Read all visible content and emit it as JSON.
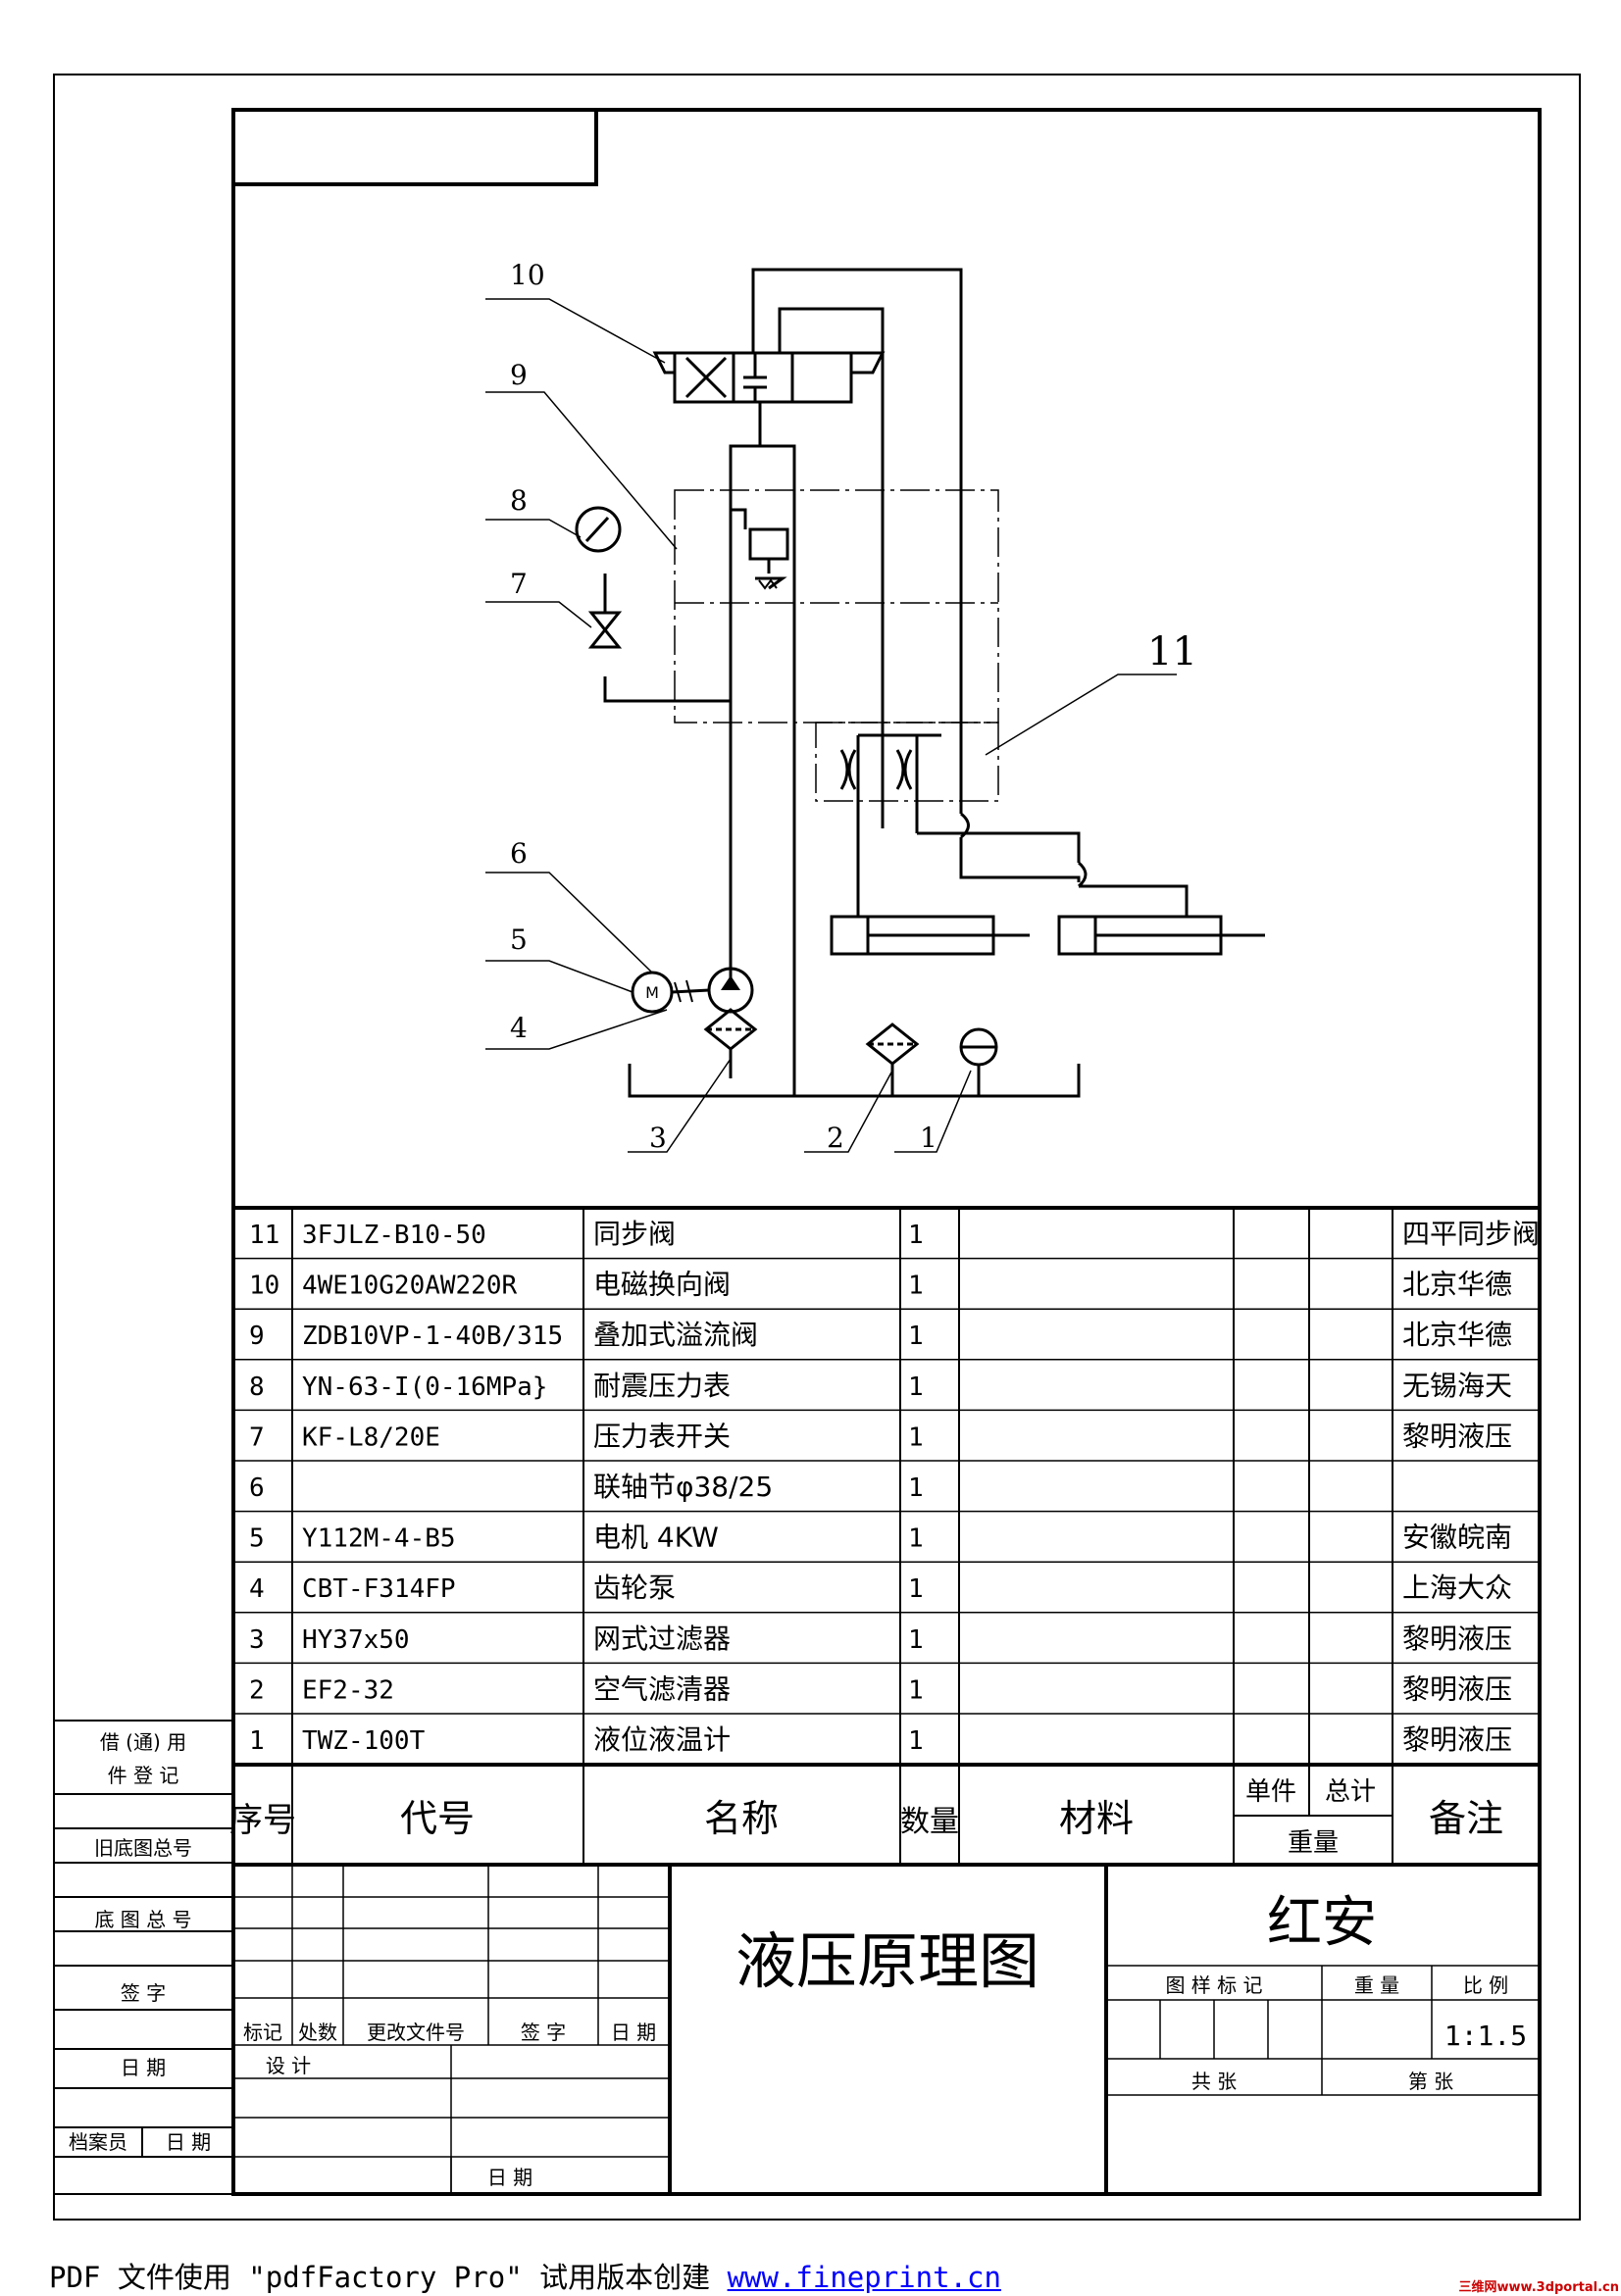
{
  "callouts": [
    "10",
    "9",
    "8",
    "7",
    "11",
    "6",
    "5",
    "4",
    "3",
    "2",
    "1"
  ],
  "motor_label": "M",
  "parts": [
    {
      "no": "11",
      "code": "3FJLZ-B10-50",
      "name": "同步阀",
      "qty": "1",
      "material": "",
      "unit": "",
      "total": "",
      "note": "四平同步阀"
    },
    {
      "no": "10",
      "code": "4WE10G20AW220R",
      "name": "电磁换向阀",
      "qty": "1",
      "material": "",
      "unit": "",
      "total": "",
      "note": "北京华德"
    },
    {
      "no": "9",
      "code": "ZDB10VP-1-40B/315",
      "name": "叠加式溢流阀",
      "qty": "1",
      "material": "",
      "unit": "",
      "total": "",
      "note": "北京华德"
    },
    {
      "no": "8",
      "code": "YN-63-I(0-16MPa}",
      "name": "耐震压力表",
      "qty": "1",
      "material": "",
      "unit": "",
      "total": "",
      "note": "无锡海天"
    },
    {
      "no": "7",
      "code": "KF-L8/20E",
      "name": "压力表开关",
      "qty": "1",
      "material": "",
      "unit": "",
      "total": "",
      "note": "黎明液压"
    },
    {
      "no": "6",
      "code": "",
      "name": "联轴节φ38/25",
      "qty": "1",
      "material": "",
      "unit": "",
      "total": "",
      "note": ""
    },
    {
      "no": "5",
      "code": "Y112M-4-B5",
      "name": "电机  4KW",
      "qty": "1",
      "material": "",
      "unit": "",
      "total": "",
      "note": "安徽皖南"
    },
    {
      "no": "4",
      "code": "CBT-F314FP",
      "name": "齿轮泵",
      "qty": "1",
      "material": "",
      "unit": "",
      "total": "",
      "note": "上海大众"
    },
    {
      "no": "3",
      "code": "HY37x50",
      "name": "网式过滤器",
      "qty": "1",
      "material": "",
      "unit": "",
      "total": "",
      "note": "黎明液压"
    },
    {
      "no": "2",
      "code": "EF2-32",
      "name": "空气滤清器",
      "qty": "1",
      "material": "",
      "unit": "",
      "total": "",
      "note": "黎明液压"
    },
    {
      "no": "1",
      "code": "TWZ-100T",
      "name": "液位液温计",
      "qty": "1",
      "material": "",
      "unit": "",
      "total": "",
      "note": "黎明液压"
    }
  ],
  "header": {
    "no": "序号",
    "code": "代号",
    "name": "名称",
    "qty": "数量",
    "material": "材料",
    "unit": "单件",
    "total": "总计",
    "weight": "重量",
    "note": "备注"
  },
  "side_labels": {
    "borrow_1": "借 (通) 用",
    "borrow_2": "件 登 记",
    "old_base": "旧底图总号",
    "base_no": "底 图 总 号",
    "signature": "签  字",
    "date": "日  期",
    "archivist": "档案员",
    "archivist_date": "日  期"
  },
  "title_block": {
    "drawing_title": "液压原理图",
    "company": "红安",
    "mark": "标记",
    "count": "处数",
    "change_doc": "更改文件号",
    "sign": "签 字",
    "date": "日 期",
    "design": "设 计",
    "date2": "日  期",
    "pattern_mark": "图 样 标 记",
    "weight": "重 量",
    "scale_label": "比 例",
    "scale_value": "1:1.5",
    "total_sheets": "共      张",
    "sheet_no": "第      张"
  },
  "footer": {
    "text": "PDF 文件使用 \"pdfFactory Pro\" 试用版本创建 ",
    "link": "www.fineprint.cn"
  },
  "watermark": "三维网www.3dportal.cn"
}
